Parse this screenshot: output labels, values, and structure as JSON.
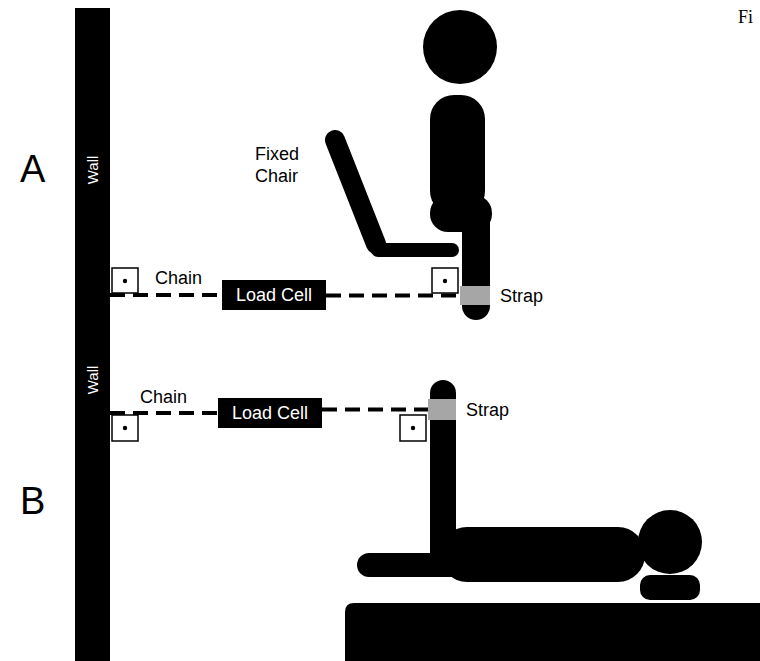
{
  "diagram": {
    "nodes": [
      {
        "text": [
          "Wall"
        ]
      },
      {
        "text": [
          "Load Cell"
        ]
      },
      {
        "text": [
          "Strap"
        ]
      },
      {
        "text": [
          "Wall"
        ]
      },
      {
        "text": [
          "Load Cell"
        ]
      },
      {
        "text": [
          "Strap"
        ]
      }
    ],
    "edges": [
      {
        "from": 0,
        "to": 1,
        "arrow": "none",
        "label": "Chain"
      },
      {
        "from": 1,
        "to": 2,
        "arrow": "none"
      },
      {
        "from": 3,
        "to": 4,
        "arrow": "none",
        "label": "Chain"
      },
      {
        "from": 4,
        "to": 5,
        "arrow": "none"
      }
    ],
    "labels": [
      "Fi",
      "A",
      "Fixed Chair",
      "B"
    ]
  }
}
